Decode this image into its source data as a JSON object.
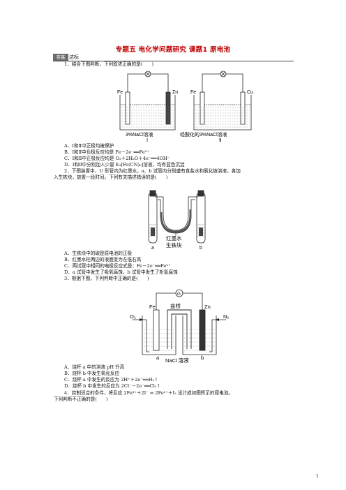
{
  "header": {
    "title": "专题五  电化学问题研究  课题1  原电池"
  },
  "section": {
    "badge": "夯基",
    "label": "达标"
  },
  "q1": {
    "stem": "1．结合下图判断，下列叙述正确的是(　　)",
    "fig": {
      "left_e1": "Fe",
      "left_e2": "Zn",
      "right_e1": "Fe",
      "right_e2": "Cu",
      "left_sol": "3%NaCl溶液",
      "right_sol": "经酸化的3%NaCl溶液",
      "left_num": "Ⅰ",
      "right_num": "Ⅱ"
    },
    "options": [
      "A．Ⅰ和Ⅱ中正极均被保护",
      "B．Ⅰ和Ⅱ中负极反应均是 Fe－2e⁻══Fe²⁺",
      "C．Ⅰ和Ⅱ中正极反应均是 O₂＋2H₂O＋4e⁻══4OH⁻",
      "D．Ⅰ和Ⅱ中分别加入少量 K₃[Fe(CN)₆]溶液，均有蓝色沉淀"
    ]
  },
  "q2": {
    "stem1": "2．下图装置中，U 形管内为红墨水，a、b 试管内分别盛有食盐水和氯化铵溶液，各加",
    "stem2": "入生铁块，放置一段时间。下列有关描述错误的是(　　)",
    "fig": {
      "ink": "红墨水",
      "iron": "生铁块",
      "a": "a",
      "b": "b"
    },
    "options": [
      "A．生铁块中的碳是原电池的正极",
      "B．红墨水柱两边的液面变为左低右高",
      "C．两试管中相同的电极反应式是：Fe－2e⁻══Fe²⁺",
      "D．a 试管中发生了吸氧腐蚀，b 试管中发生了析氢腐蚀"
    ]
  },
  "q3": {
    "stem": "3．根据下图，下列判断中正确的是(　　)",
    "fig": {
      "g": "G",
      "fe": "Fe",
      "bridge": "盐桥",
      "zn": "Zn",
      "o2": "O₂",
      "n2": "N₂",
      "a": "a",
      "nacl": "NaCl 溶液",
      "b": "b"
    },
    "options": [
      "A．烧杯 a 中的溶液 pH 升高",
      "B．烧杯 b 中发生氧化反应",
      "C．烧杯 a 中发生的反应为 2H⁺＋2e⁻══H₂↑",
      "D．烧杯 b 中发生的反应为 2Cl⁻－2e⁻══Cl₂↑"
    ]
  },
  "q4": {
    "stem1": "4．控制适合的条件，将反应 2Fe³⁺＋2I⁻ ⇌ 2Fe²⁺＋I₂ 设计成如图所示的原电池。",
    "stem2": "下列判断不正确的是(　　)"
  },
  "footer": {
    "page": "1"
  }
}
